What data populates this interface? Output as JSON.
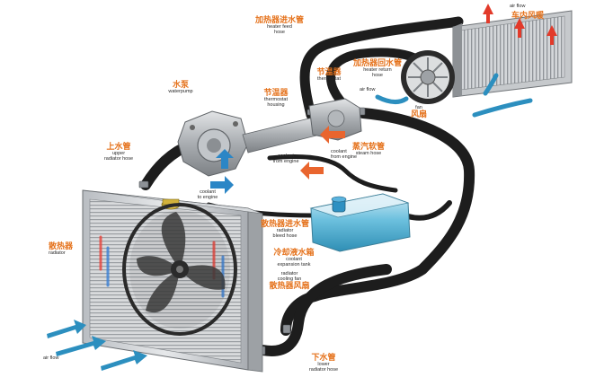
{
  "colors": {
    "hose": "#1d1d1d",
    "coolant_tank": "#5fb8d8",
    "label_cn": "#e5721c",
    "airflow_arrow": "#2c8fbf",
    "hot_arrow": "#e23a2a",
    "cold_arrow": "#2b86c6",
    "radiator_metal": "#c9ccd0"
  },
  "labels": {
    "heater_feed": {
      "cn": "加热器进水管",
      "en": "heater feed\nhose"
    },
    "heater_return": {
      "cn": "加热器回水管",
      "en": "heater return\nhose"
    },
    "thermostat": {
      "cn": "节温器",
      "en": "thermostat"
    },
    "thermostat_housing": {
      "cn": "节温器",
      "en": "thermostat\nhousing"
    },
    "waterpump": {
      "cn": "水泵",
      "en": "waterpump"
    },
    "upper_hose": {
      "cn": "上水管",
      "en": "upper\nradiator hose"
    },
    "steam_hose": {
      "cn": "蒸汽软管",
      "en": "steam hose"
    },
    "coolant_from_engine_right": {
      "en": "coolant\nfrom engine"
    },
    "coolant_from_engine_left": {
      "en": "coolant\nfrom engine"
    },
    "coolant_to_engine": {
      "en": "coolant\nto engine"
    },
    "airflow_heater": {
      "en": "air flow"
    },
    "fan": {
      "cn": "风扇",
      "en": "fan"
    },
    "airflow_top": {
      "en": "air flow"
    },
    "cabin_air": {
      "cn": "车内风暖"
    },
    "bleed_hose": {
      "cn": "散热器进水管",
      "en": "radiator\nbleed hose"
    },
    "expansion_tank": {
      "cn": "冷却液水箱",
      "en": "coolant\nexpansion tank"
    },
    "cooling_fan": {
      "cn": "散热器风扇",
      "en": "radiator\ncooling fan"
    },
    "radiator": {
      "cn": "散热器",
      "en": "radiator"
    },
    "lower_hose": {
      "cn": "下水管",
      "en": "lower\nradiator hose"
    },
    "airflow_bottom": {
      "en": "air flow"
    }
  }
}
